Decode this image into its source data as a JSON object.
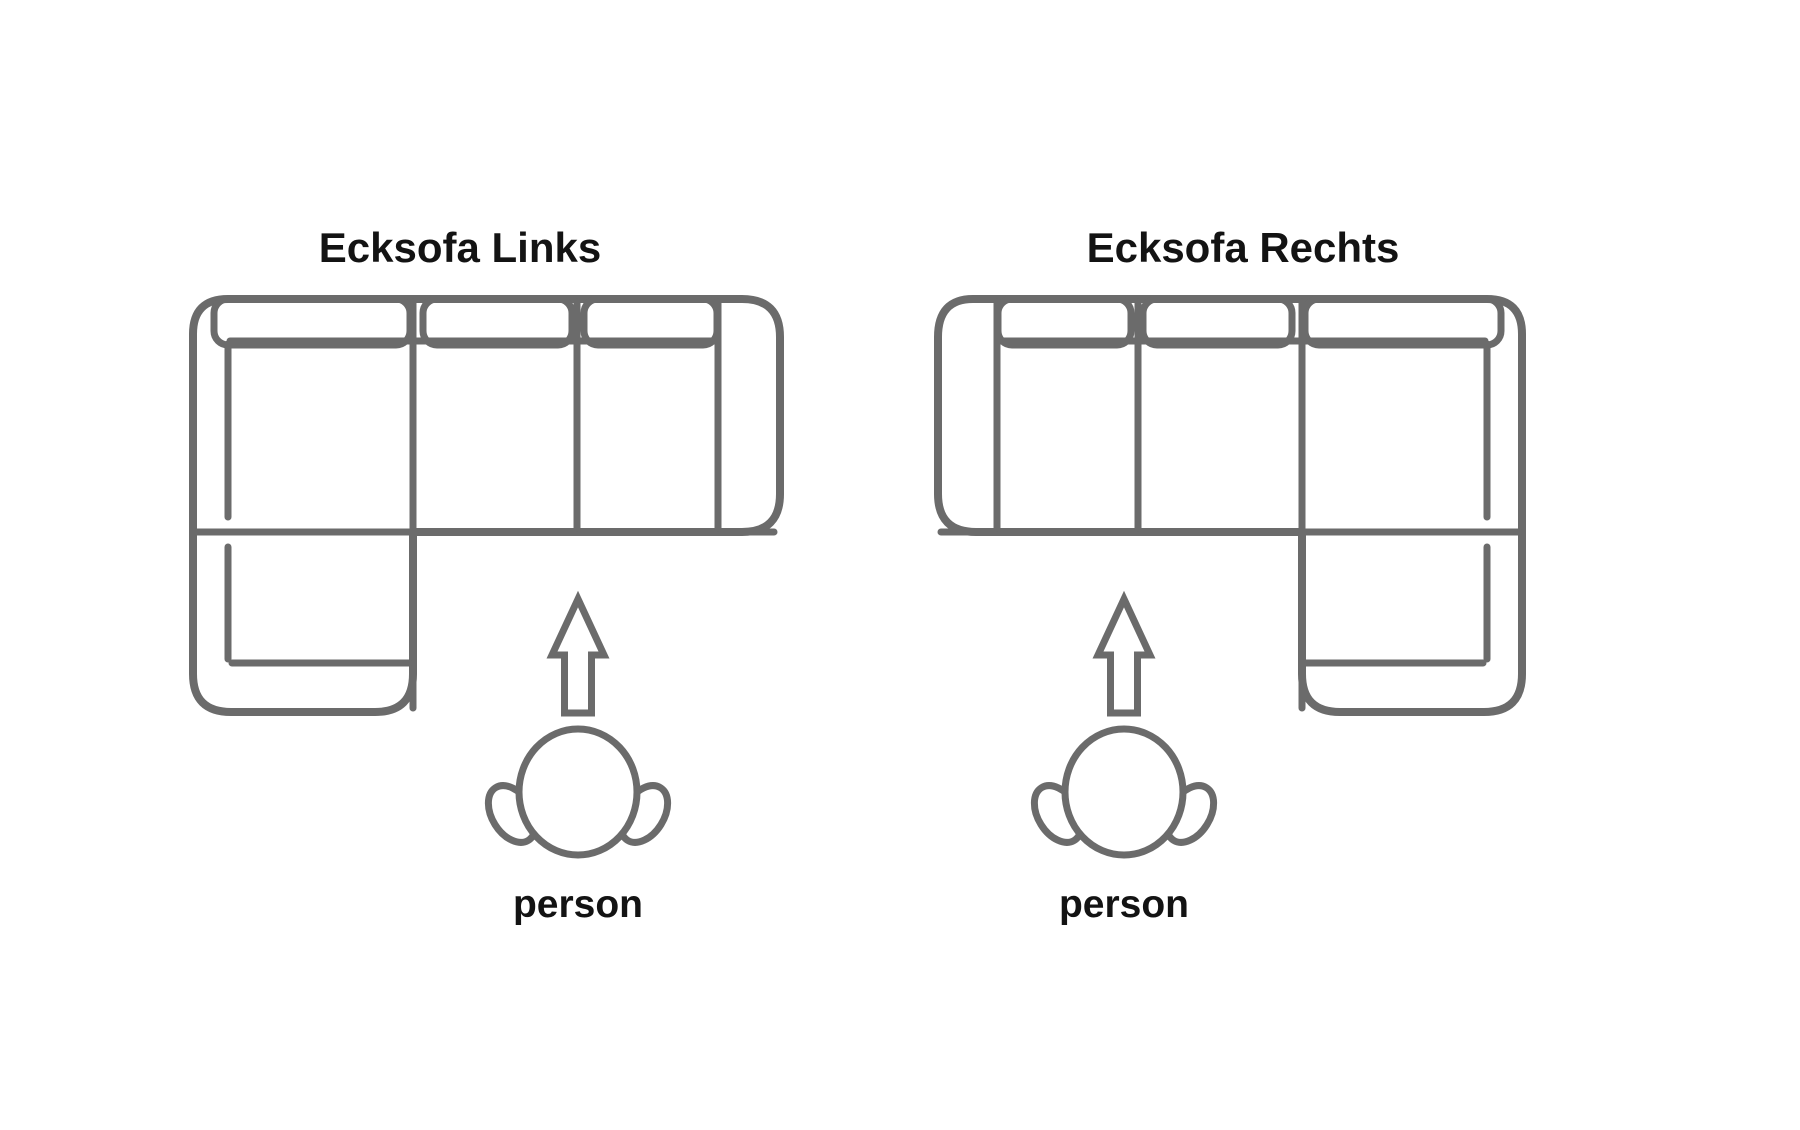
{
  "canvas": {
    "background": "#ffffff"
  },
  "colors": {
    "line": "#6b6b6b",
    "text": "#131313",
    "background": "#ffffff"
  },
  "icons": {
    "arrow": "up-arrow-icon",
    "person": "person-top-view-icon"
  },
  "diagrams": [
    {
      "title": "Ecksofa Links",
      "person_label": "person",
      "back_cushion_count": 3,
      "chaise_side": "links"
    },
    {
      "title": "Ecksofa Rechts",
      "person_label": "person",
      "back_cushion_count": 3,
      "chaise_side": "rechts"
    }
  ]
}
